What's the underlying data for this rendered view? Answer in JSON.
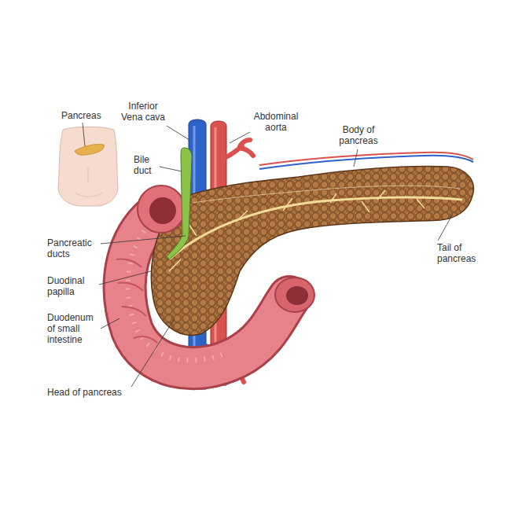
{
  "diagram": {
    "labels": [
      "Pancreas",
      "Inferior Vena cava",
      "Abdominal aorta",
      "Body of pancreas",
      "Bile duct",
      "Pancreatic ducts",
      "Duodinal papilla",
      "Duodenum of small intestine",
      "Head of pancreas",
      "Tail of pancreas"
    ]
  }
}
